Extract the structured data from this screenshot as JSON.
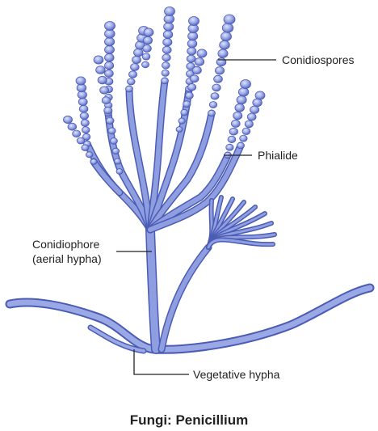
{
  "labels": {
    "conidiospores": "Conidiospores",
    "phialide": "Phialide",
    "conidiophore_line1": "Conidiophore",
    "conidiophore_line2": "(aerial hypha)",
    "vegetative_hypha": "Vegetative hypha"
  },
  "caption": "Fungi: Penicillium",
  "colors": {
    "hypha_fill": "#8f9ee0",
    "hypha_outline": "#4b5cb4",
    "spore_fill": "#9aa8e6",
    "spore_highlight": "#d9defa",
    "leader_line": "#222222"
  }
}
